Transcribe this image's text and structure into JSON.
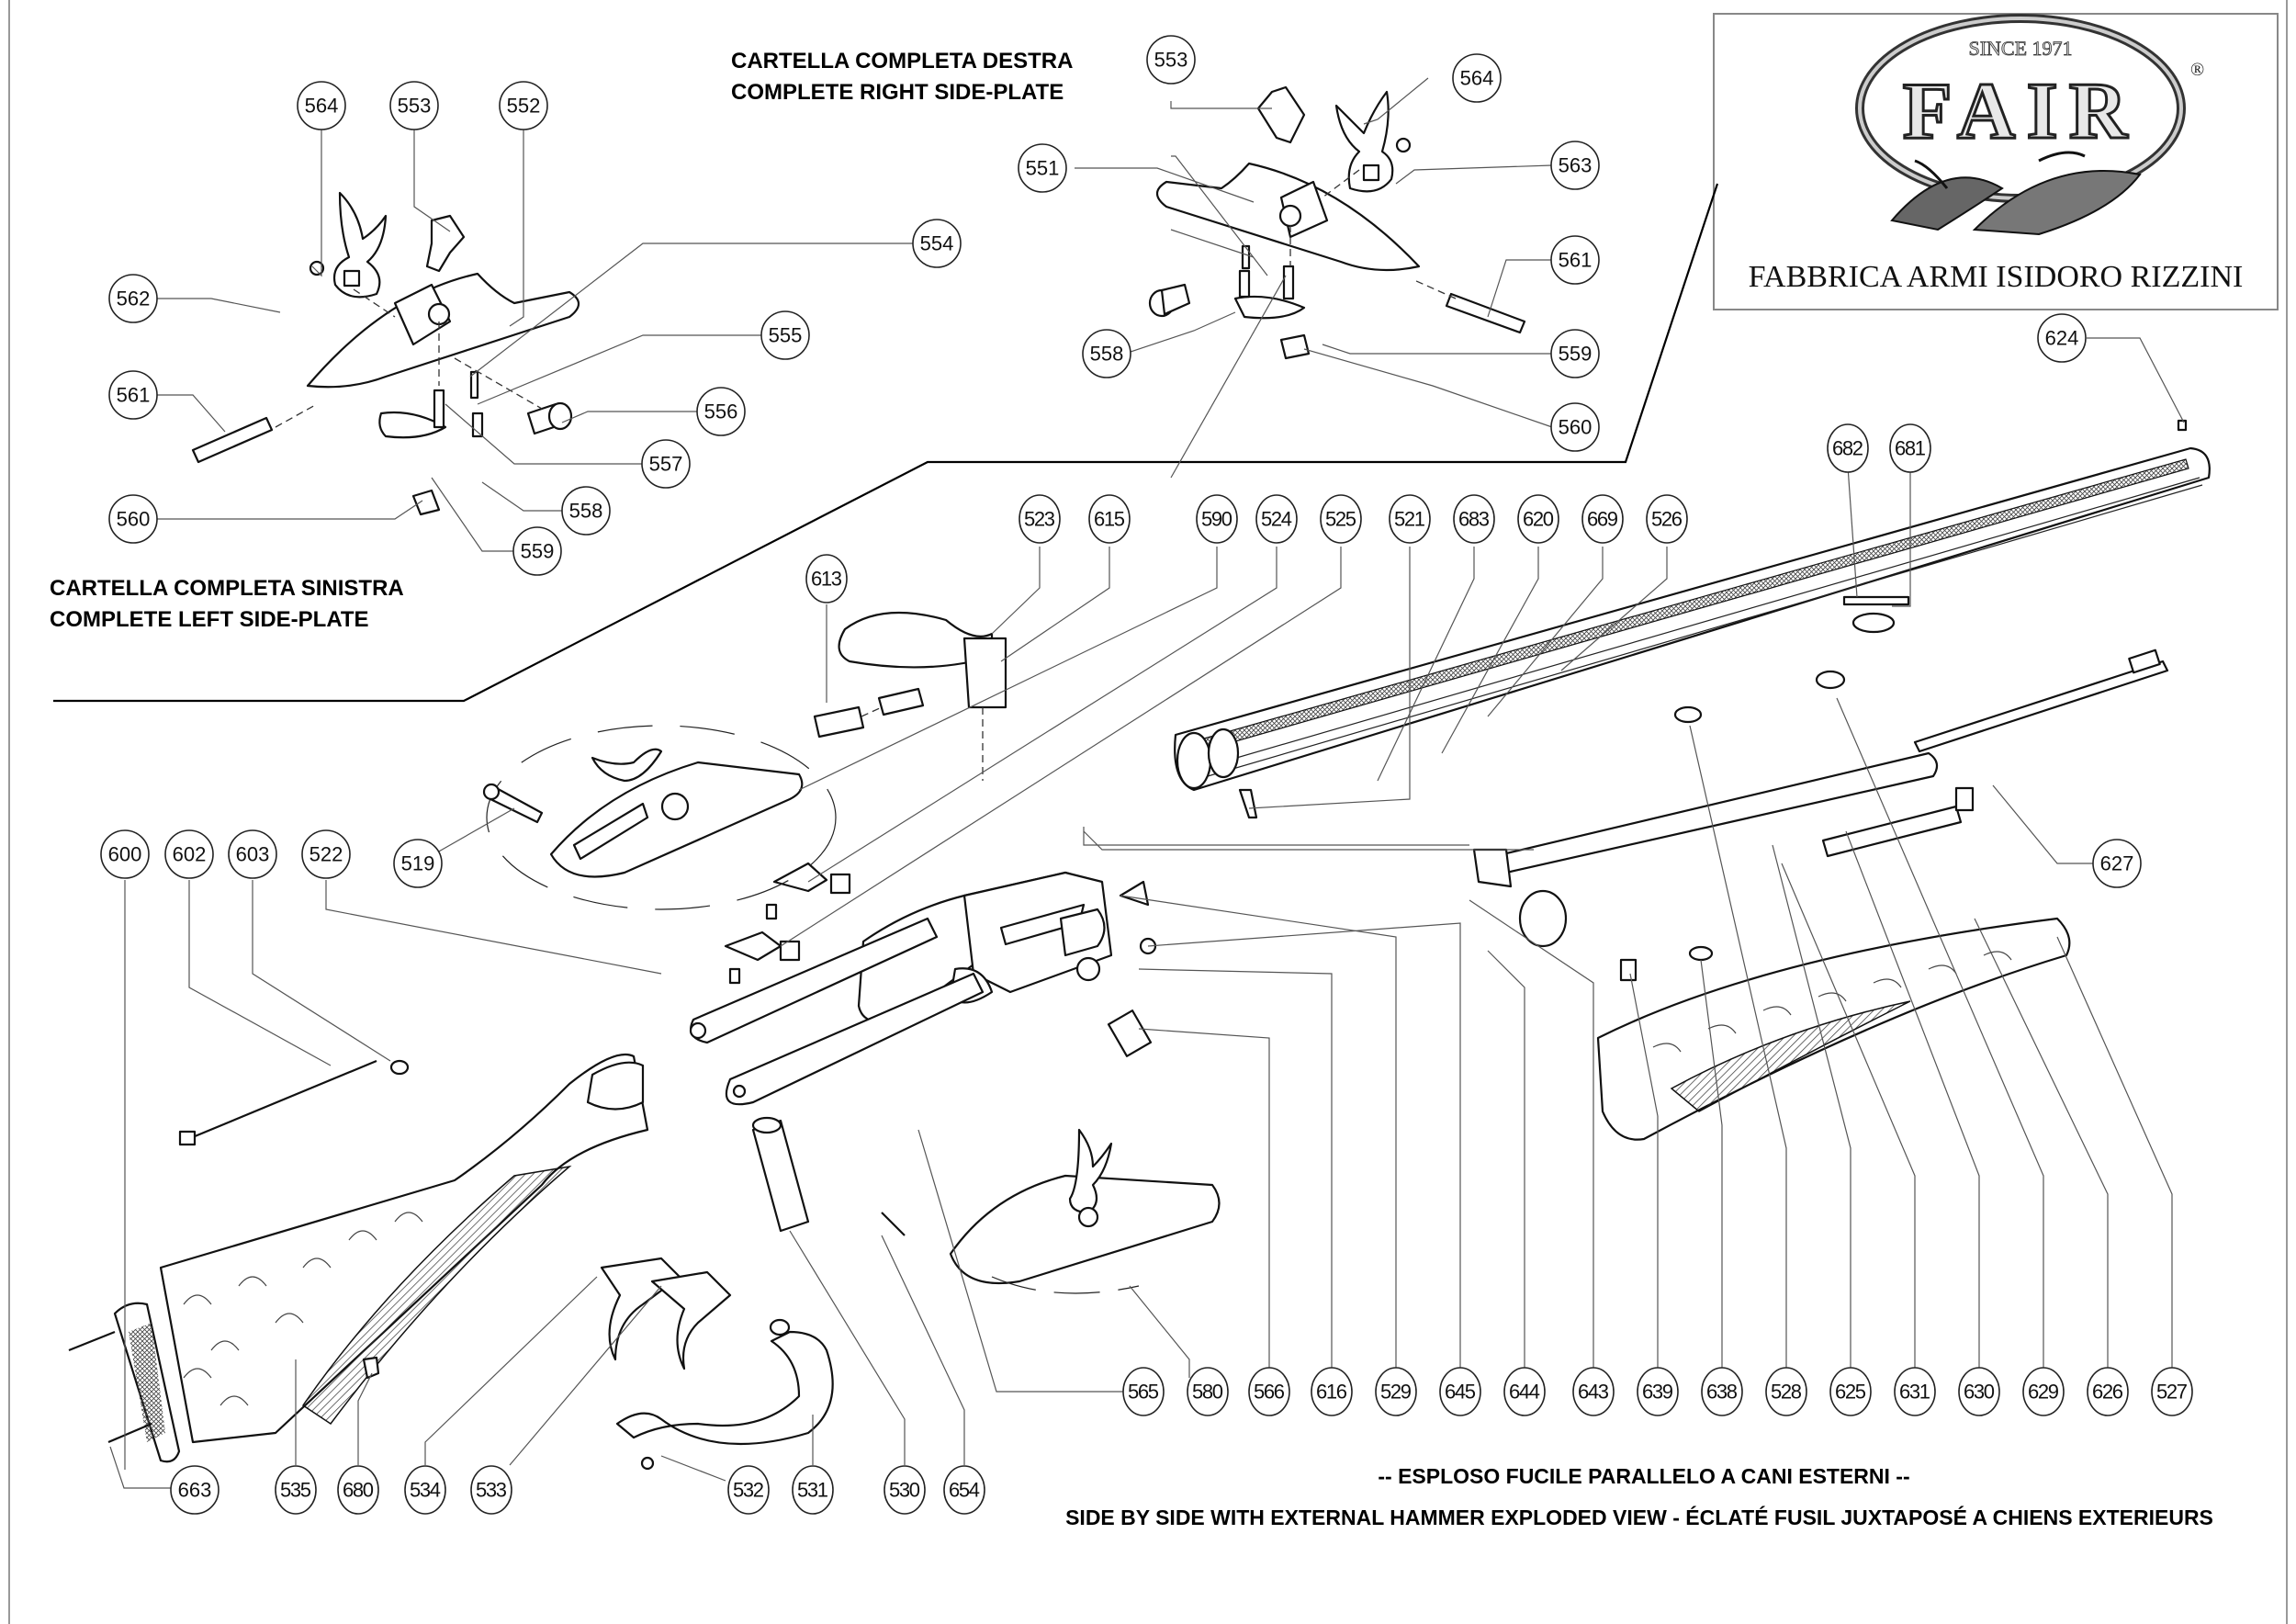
{
  "logo": {
    "since": "SINCE 1971",
    "brand": "FAIR",
    "registered": "®",
    "company": "FABBRICA ARMI ISIDORO RIZZINI"
  },
  "sections": {
    "right_plate": {
      "line1": "CARTELLA COMPLETA DESTRA",
      "line2": "COMPLETE  RIGHT SIDE-PLATE"
    },
    "left_plate": {
      "line1": "CARTELLA COMPLETA SINISTRA",
      "line2": "COMPLETE LEFT SIDE-PLATE"
    }
  },
  "footer": {
    "line1": "-- ESPLOSO FUCILE PARALLELO A CANI ESTERNI --",
    "line2": "SIDE BY SIDE WITH EXTERNAL HAMMER EXPLODED VIEW  -  ÉCLATÉ FUSIL JUXTAPOSÉ A CHIENS EXTERIEURS"
  },
  "callouts": {
    "left_plate": [
      "564",
      "553",
      "552",
      "562",
      "554",
      "555",
      "561",
      "556",
      "557",
      "558",
      "560",
      "559"
    ],
    "right_plate": [
      "553",
      "564",
      "551",
      "563",
      "561",
      "559",
      "558",
      "560"
    ],
    "top_row": [
      "613",
      "523",
      "615",
      "590",
      "524",
      "525",
      "521",
      "683",
      "620",
      "669",
      "526",
      "624",
      "682",
      "681"
    ],
    "left_group": [
      "519",
      "600",
      "602",
      "603",
      "522",
      "627"
    ],
    "bottom_left": [
      "663",
      "535",
      "680",
      "534",
      "533",
      "532",
      "531",
      "530",
      "654"
    ],
    "bottom_right": [
      "565",
      "580",
      "566",
      "616",
      "529",
      "645",
      "644",
      "643",
      "639",
      "638",
      "528",
      "625",
      "631",
      "630",
      "629",
      "626",
      "527"
    ]
  }
}
